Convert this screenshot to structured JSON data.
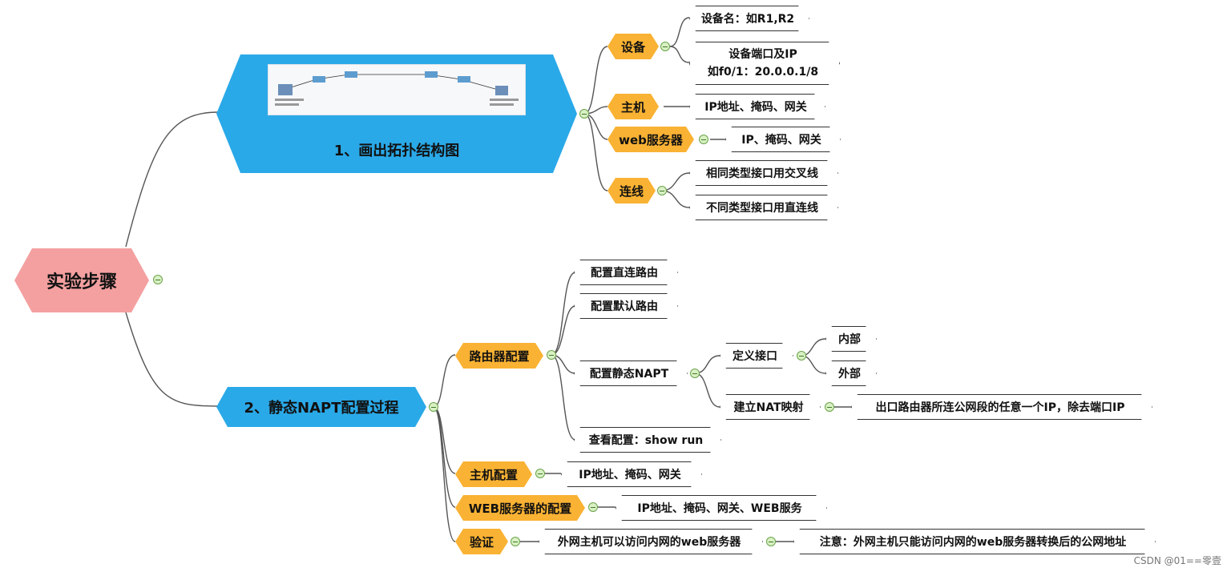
{
  "root": {
    "label": "实验步骤"
  },
  "branch1": {
    "label": "1、画出拓扑结构图",
    "children": {
      "device": {
        "label": "设备",
        "items": [
          "设备名：如R1,R2",
          "设备端口及IP",
          "如f0/1：20.0.0.1/8"
        ]
      },
      "host": {
        "label": "主机",
        "items": [
          "IP地址、掩码、网关"
        ]
      },
      "web": {
        "label": "web服务器",
        "items": [
          "IP、掩码、网关"
        ]
      },
      "link": {
        "label": "连线",
        "items": [
          "相同类型接口用交叉线",
          "不同类型接口用直连线"
        ]
      }
    }
  },
  "branch2": {
    "label": "2、静态NAPT配置过程",
    "children": {
      "router": {
        "label": "路由器配置",
        "items": [
          "配置直连路由",
          "配置默认路由",
          "配置静态NAPT",
          "查看配置：show run"
        ],
        "napt": {
          "define_if": "定义接口",
          "inside": "内部",
          "outside": "外部",
          "mapping": "建立NAT映射",
          "mapping_detail": "出口路由器所连公网段的任意一个IP，除去端口IP"
        }
      },
      "hostcfg": {
        "label": "主机配置",
        "items": [
          "IP地址、掩码、网关"
        ]
      },
      "webcfg": {
        "label": "WEB服务器的配置",
        "items": [
          "IP地址、掩码、网关、WEB服务"
        ]
      },
      "verify": {
        "label": "验证",
        "items": [
          "外网主机可以访问内网的web服务器",
          "注意：外网主机只能访问内网的web服务器转换后的公网地址"
        ]
      }
    }
  },
  "watermark": "CSDN @01==零壹",
  "colors": {
    "root": "#f4a0a0",
    "level1": "#2aa9e8",
    "level2": "#f9b233",
    "toggle": "#d9f0c4",
    "line": "#555555"
  }
}
